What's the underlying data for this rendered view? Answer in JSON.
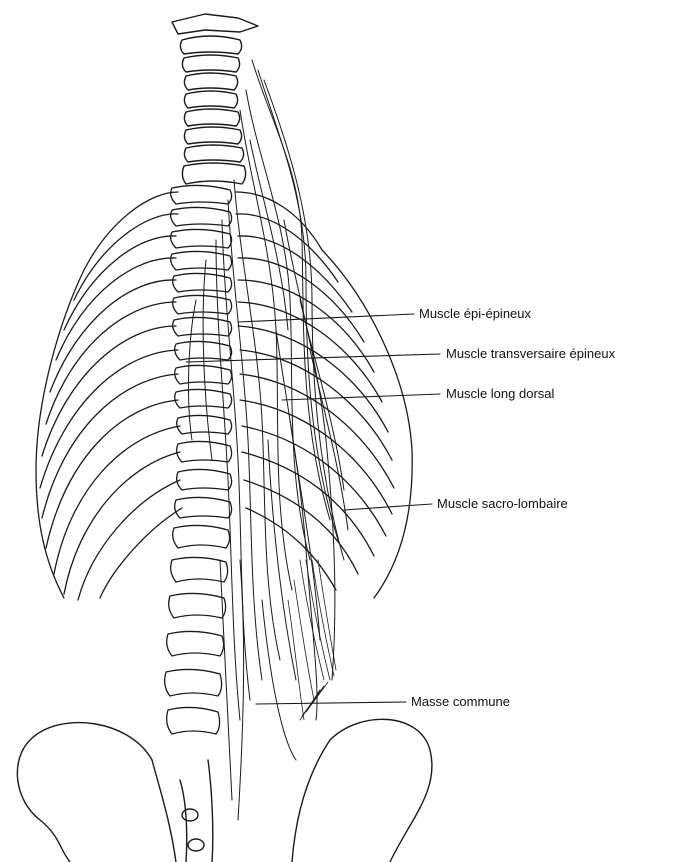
{
  "labels": {
    "epi_epineux": "Muscle épi-épineux",
    "transversaire_epineux": "Muscle transversaire épineux",
    "long_dorsal": "Muscle long dorsal",
    "sacro_lombaire": "Muscle sacro-lombaire",
    "masse_commune": "Masse commune"
  },
  "colors": {
    "ink": "#111111",
    "background": "#ffffff"
  }
}
